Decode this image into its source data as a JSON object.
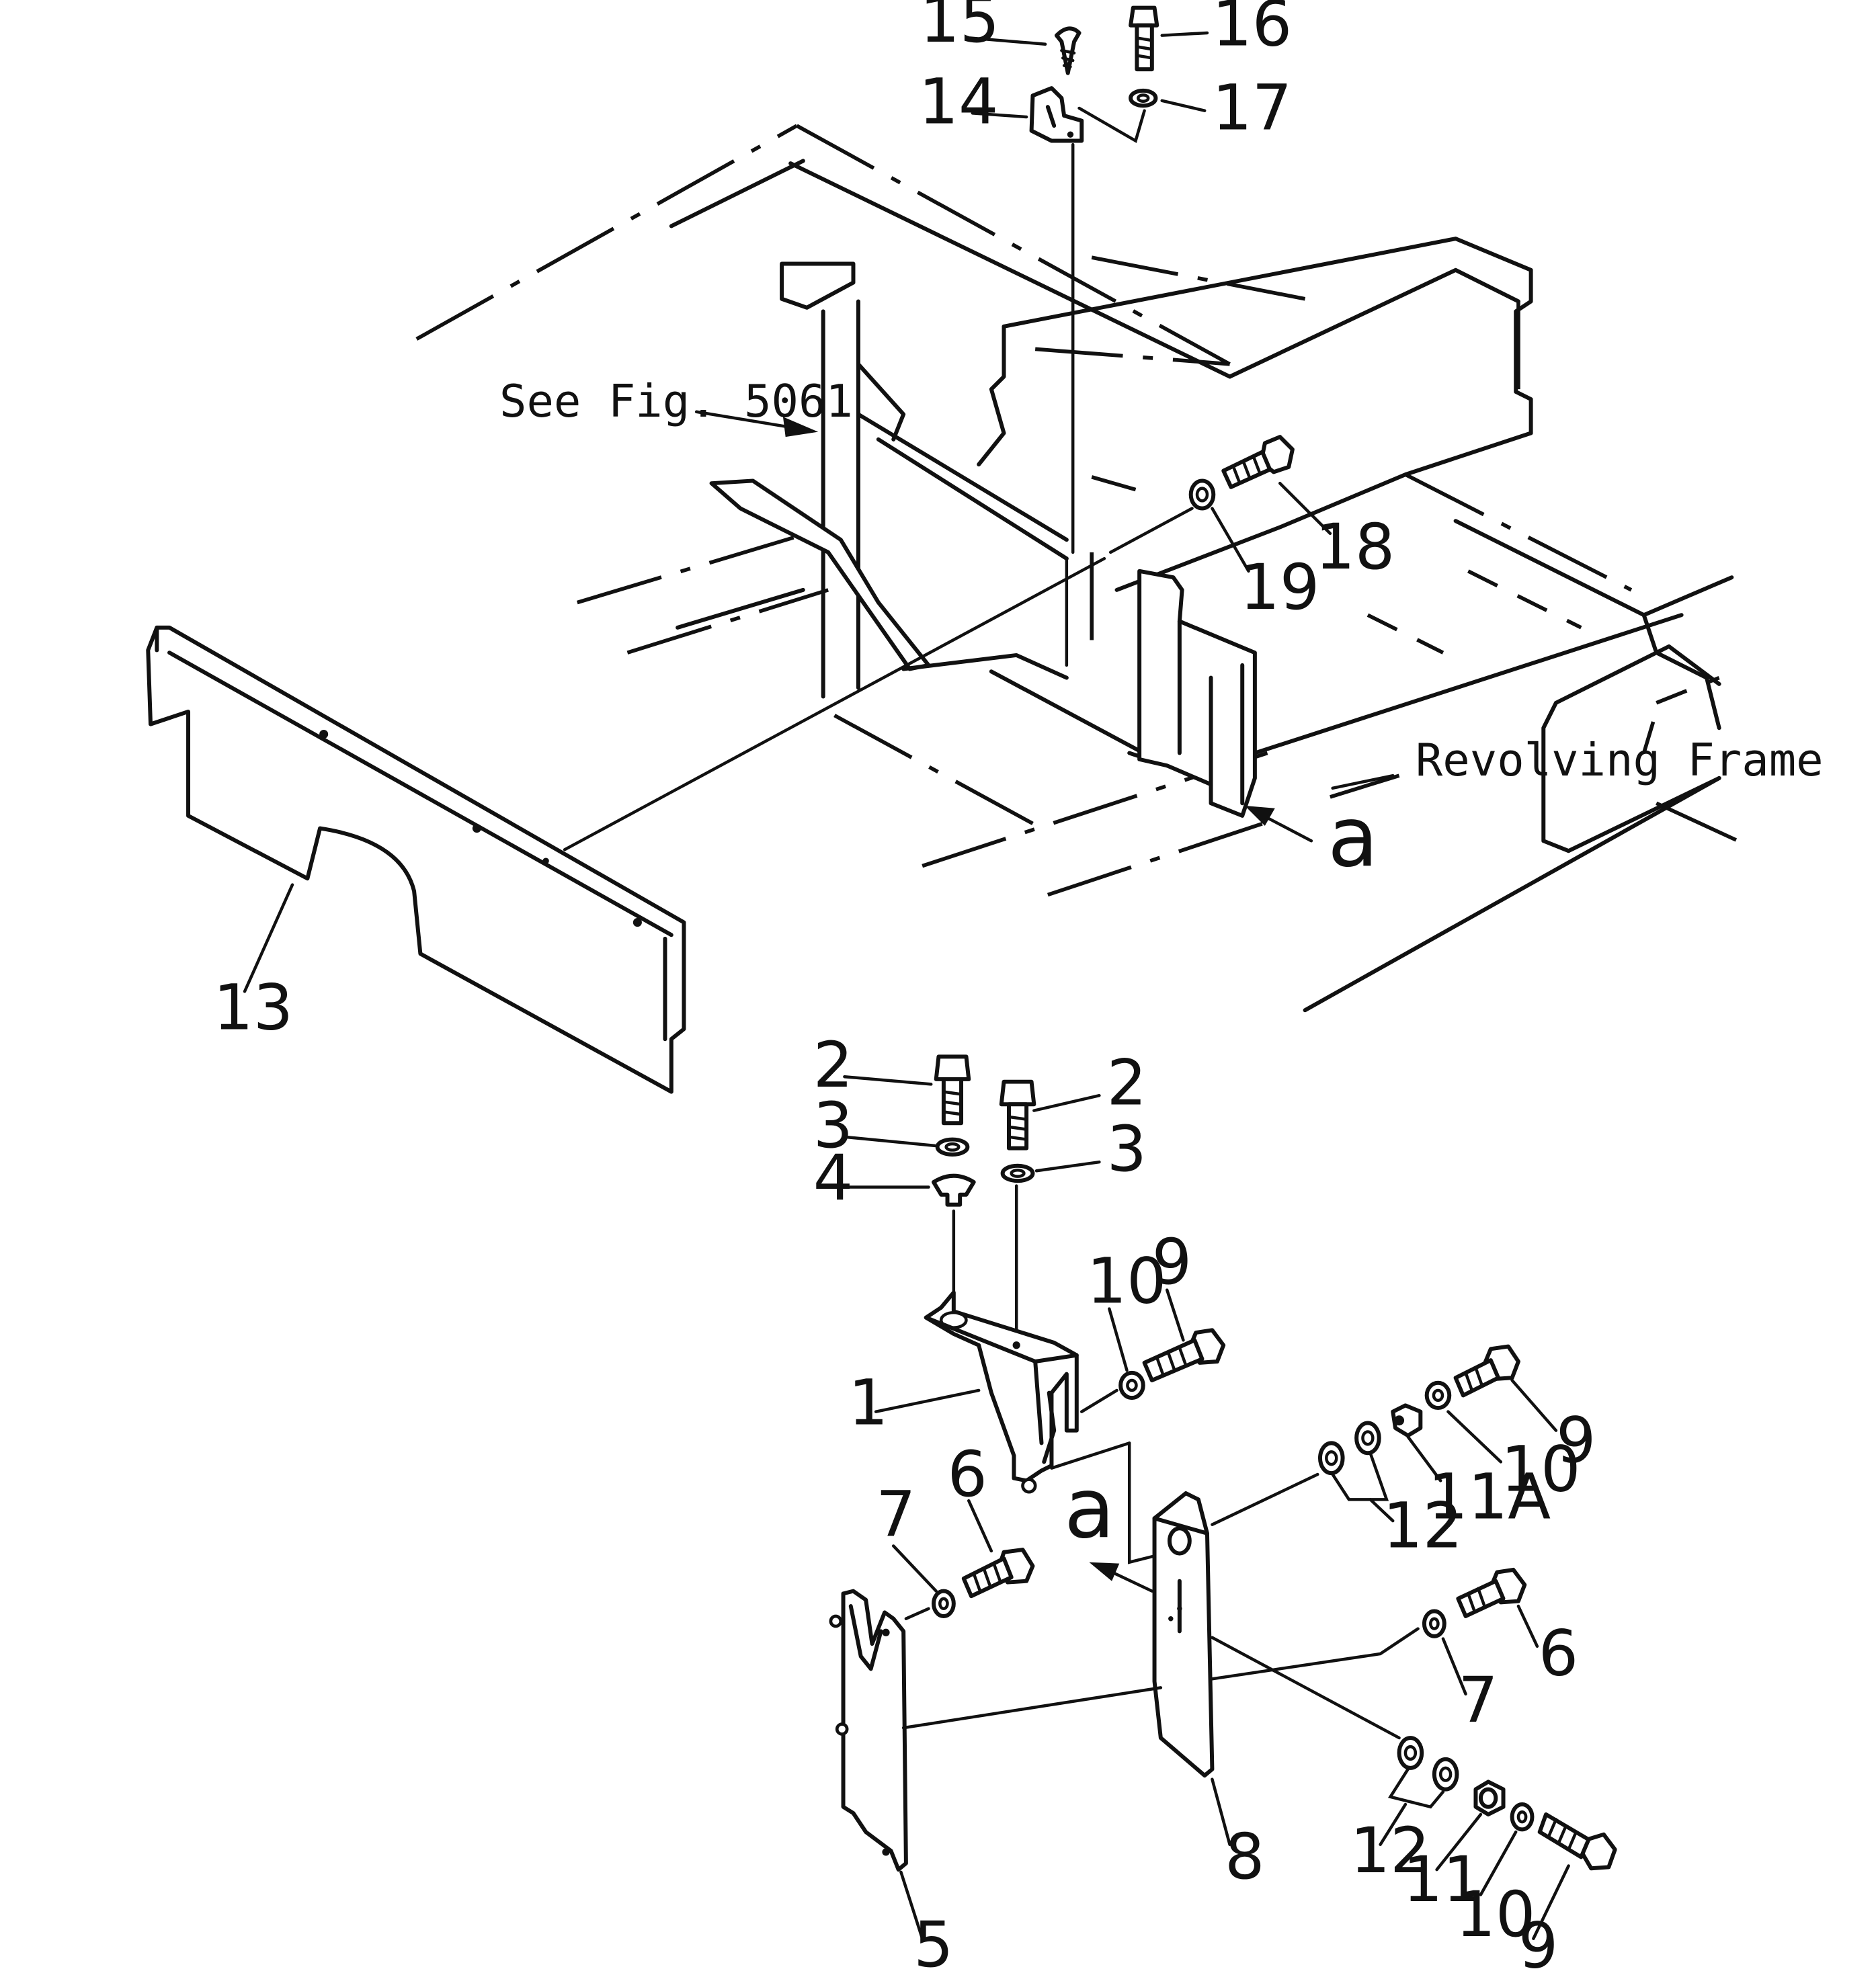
{
  "figure": {
    "notes": {
      "see_fig": "See Fig. 5061",
      "revolving_frame": "Revolving Frame"
    },
    "view_marker": "a",
    "callouts": [
      {
        "id": "c1",
        "text": "1"
      },
      {
        "id": "c2a",
        "text": "2"
      },
      {
        "id": "c2b",
        "text": "2"
      },
      {
        "id": "c3a",
        "text": "3"
      },
      {
        "id": "c3b",
        "text": "3"
      },
      {
        "id": "c4",
        "text": "4"
      },
      {
        "id": "c5",
        "text": "5"
      },
      {
        "id": "c6a",
        "text": "6"
      },
      {
        "id": "c6b",
        "text": "6"
      },
      {
        "id": "c7a",
        "text": "7"
      },
      {
        "id": "c7b",
        "text": "7"
      },
      {
        "id": "c8",
        "text": "8"
      },
      {
        "id": "c9a",
        "text": "9"
      },
      {
        "id": "c9b",
        "text": "9"
      },
      {
        "id": "c9c",
        "text": "9"
      },
      {
        "id": "c10a",
        "text": "10"
      },
      {
        "id": "c10b",
        "text": "10"
      },
      {
        "id": "c10c",
        "text": "10"
      },
      {
        "id": "c11",
        "text": "11"
      },
      {
        "id": "c11a",
        "text": "11A"
      },
      {
        "id": "c12a",
        "text": "12"
      },
      {
        "id": "c12b",
        "text": "12"
      },
      {
        "id": "c13",
        "text": "13"
      },
      {
        "id": "c14",
        "text": "14"
      },
      {
        "id": "c15",
        "text": "15"
      },
      {
        "id": "c16",
        "text": "16"
      },
      {
        "id": "c17",
        "text": "17"
      },
      {
        "id": "c18",
        "text": "18"
      },
      {
        "id": "c19",
        "text": "19"
      }
    ]
  }
}
